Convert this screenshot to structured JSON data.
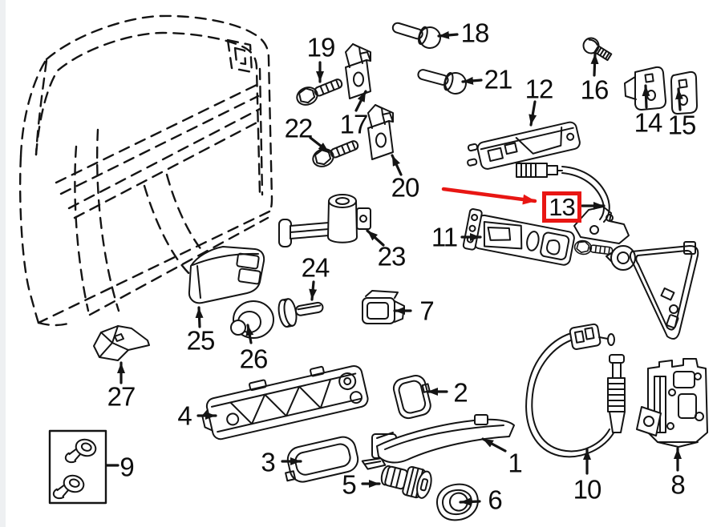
{
  "diagram": {
    "line_color": "#141414",
    "background": "#ffffff",
    "highlight": {
      "part": "13",
      "box_color": "#e81613",
      "arrow_color": "#e81613"
    },
    "callouts": {
      "1": {
        "label": "1"
      },
      "2": {
        "label": "2"
      },
      "3": {
        "label": "3"
      },
      "4": {
        "label": "4"
      },
      "5": {
        "label": "5"
      },
      "6": {
        "label": "6"
      },
      "7": {
        "label": "7"
      },
      "8": {
        "label": "8"
      },
      "9": {
        "label": "9"
      },
      "10": {
        "label": "10"
      },
      "11": {
        "label": "11"
      },
      "12": {
        "label": "12"
      },
      "13": {
        "label": "13",
        "highlighted": true
      },
      "14": {
        "label": "14"
      },
      "15": {
        "label": "15"
      },
      "16": {
        "label": "16"
      },
      "17": {
        "label": "17"
      },
      "18": {
        "label": "18"
      },
      "19": {
        "label": "19"
      },
      "20": {
        "label": "20"
      },
      "21": {
        "label": "21"
      },
      "22": {
        "label": "22"
      },
      "23": {
        "label": "23"
      },
      "24": {
        "label": "24"
      },
      "25": {
        "label": "25"
      },
      "26": {
        "label": "26"
      },
      "27": {
        "label": "27"
      }
    }
  }
}
